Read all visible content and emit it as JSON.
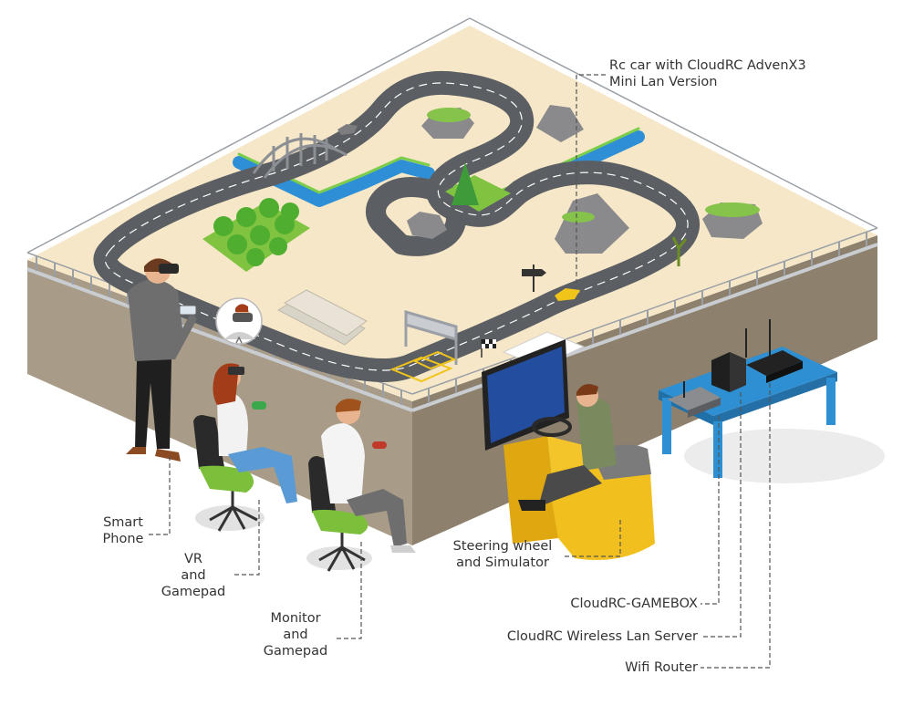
{
  "labels": {
    "rc_car": [
      "Rc car with CloudRC AdvenX3",
      "Mini Lan Version"
    ],
    "smart_phone": [
      "Smart",
      "Phone"
    ],
    "vr_gamepad": [
      "VR",
      "and",
      "Gamepad"
    ],
    "monitor_gamepad": [
      "Monitor",
      "and",
      "Gamepad"
    ],
    "steering": [
      "Steering wheel",
      "and Simulator"
    ],
    "gamebox": "CloudRC-GAMEBOX",
    "lan_server": "CloudRC Wireless Lan Server",
    "wifi_router": "Wifi Router"
  },
  "icons": [
    "vr-headset-icon",
    "gamepad-icon",
    "smartphone-icon",
    "steering-wheel-icon",
    "router-icon",
    "signpost-icon",
    "checkered-flag-icon"
  ],
  "colors": {
    "sand": "#f5e6c6",
    "soil_front": "#a79a86",
    "soil_side": "#8c7f6c",
    "track": "#5b5e62",
    "river": "#2f8fd6",
    "grass": "#7fc341",
    "rock": "#8a8a8c",
    "table": "#2e8fd2",
    "simulator": "#e9b81b",
    "chair_seat": "#7cbf3a",
    "leader_line": "#555555"
  }
}
